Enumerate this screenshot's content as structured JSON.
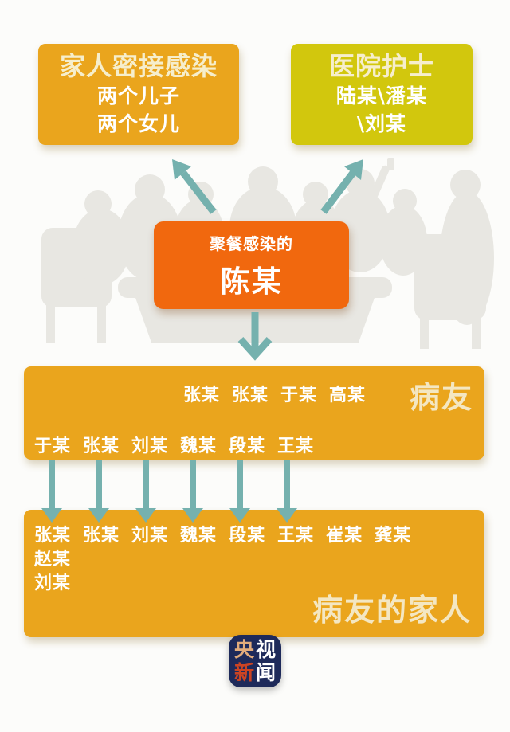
{
  "colors": {
    "background": "#FCFCFA",
    "amber_box": "#EAA51D",
    "yellow_box": "#D2C70D",
    "orange_box": "#F1680E",
    "arrow_teal": "#75B1AE",
    "title_cream": "#F6EECC",
    "name_white": "#FFFFFF",
    "silhouette_gray": "#E8E7E2",
    "logo_navy": "#1E2A5A",
    "logo_tan": "#E2AC7C",
    "logo_red": "#CC4423"
  },
  "boxes": {
    "family": {
      "title": "家人密接感染",
      "lines": [
        "两个儿子",
        "两个女儿"
      ]
    },
    "nurses": {
      "title": "医院护士",
      "lines": [
        "陆某\\潘某",
        "\\刘某"
      ]
    },
    "source": {
      "subtitle": "聚餐感染的",
      "name": "陈某"
    },
    "patients": {
      "title": "病友",
      "row1": [
        "张某",
        "张某",
        "于某",
        "高某"
      ],
      "row2": [
        "于某",
        "张某",
        "刘某",
        "魏某",
        "段某",
        "王某"
      ]
    },
    "families": {
      "title": "病友的家人",
      "row1": [
        "张某",
        "张某",
        "刘某",
        "魏某",
        "段某",
        "王某",
        "崔某",
        "龚某"
      ],
      "extra": [
        "赵某",
        "刘某"
      ]
    }
  },
  "logo": {
    "row1": [
      "央",
      "视"
    ],
    "row2": [
      "新",
      "闻"
    ]
  }
}
